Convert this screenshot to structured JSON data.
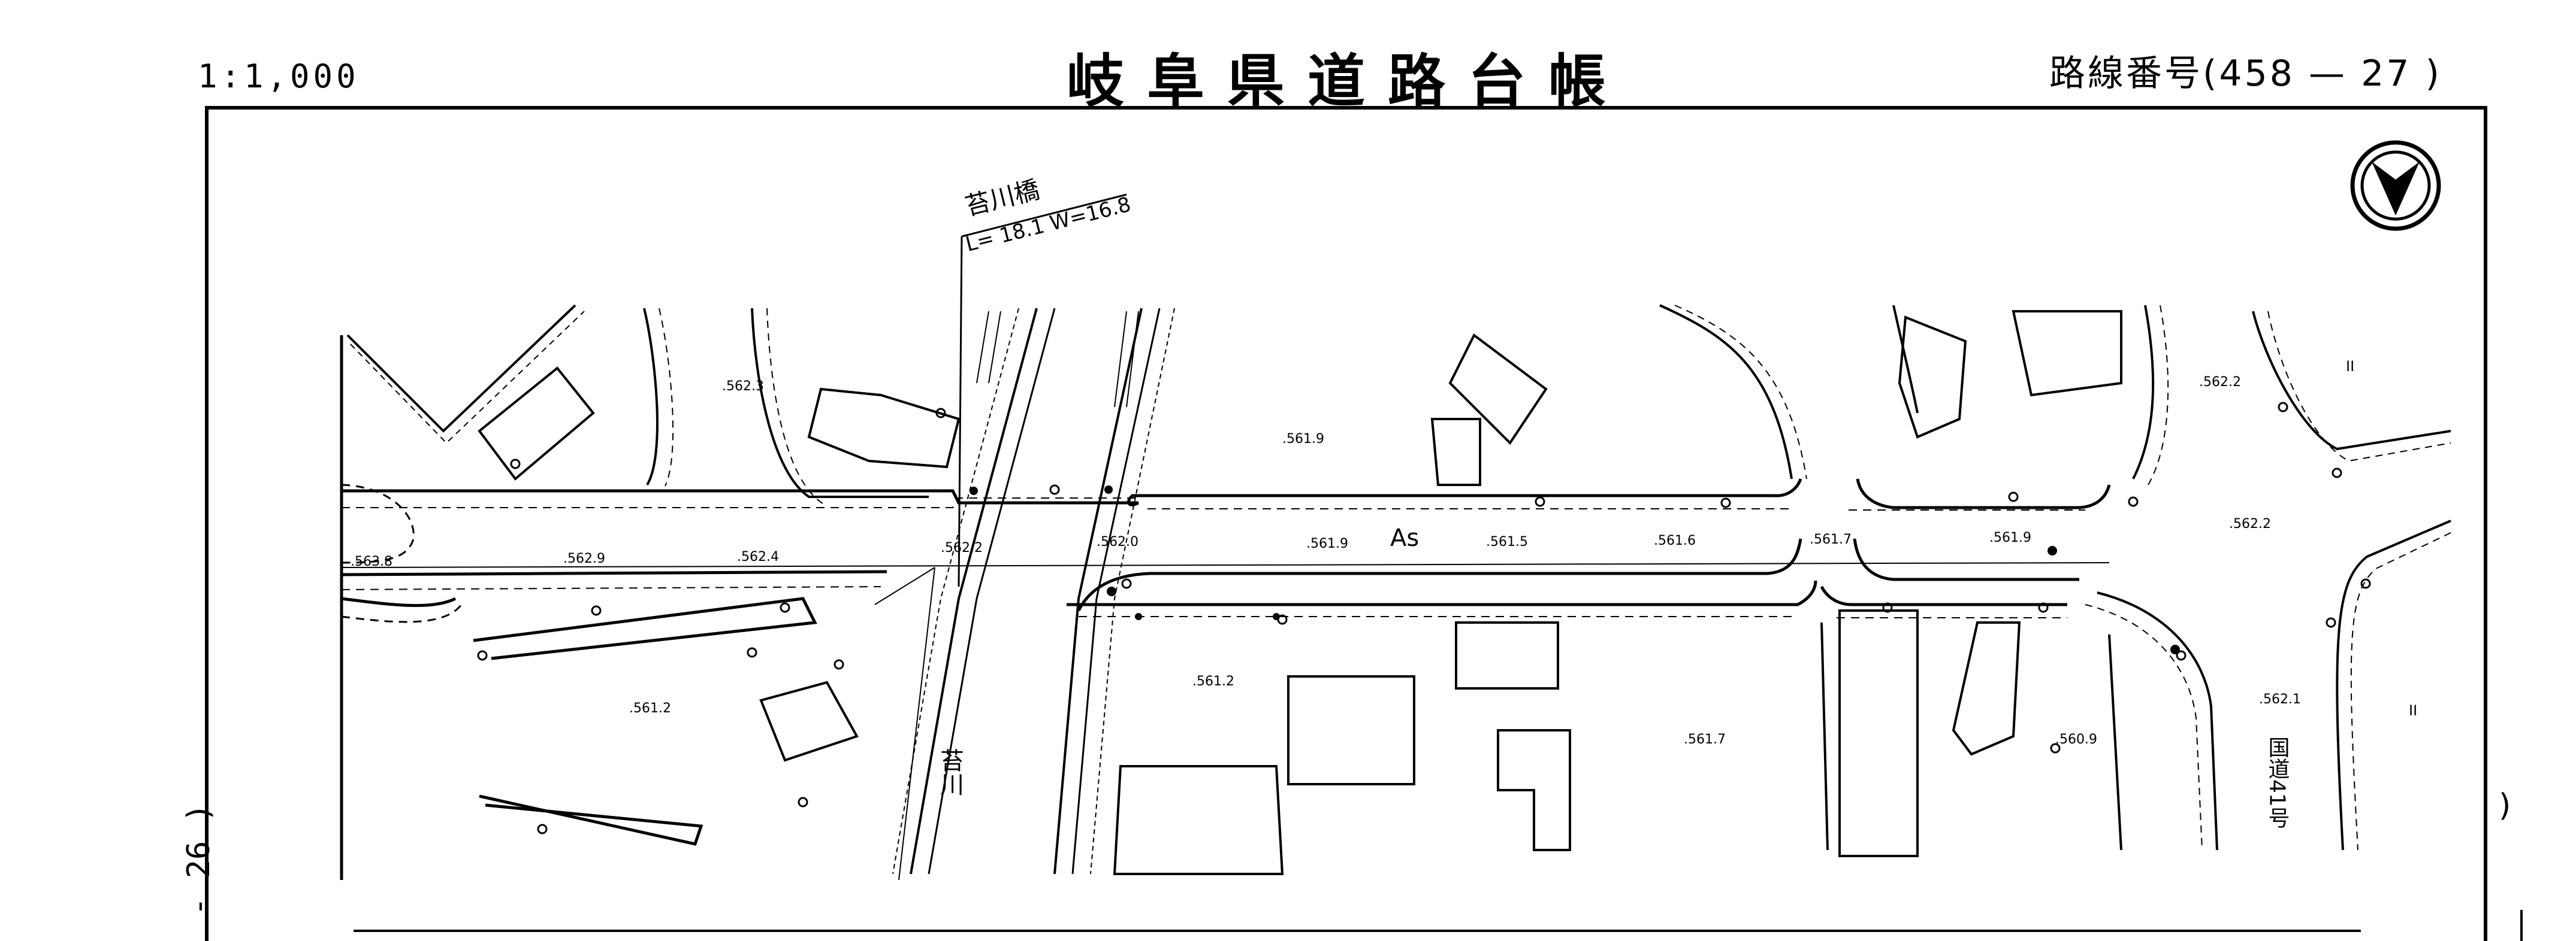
{
  "header": {
    "scale": "1:1,000",
    "title": "岐阜県道路台帳",
    "route_number": "路線番号(458 — 27 )"
  },
  "margin": {
    "prev_sheet": "- 26 )",
    "next_sheet": ")"
  },
  "map": {
    "bridge": {
      "name": "苔川橋",
      "dimensions": "L= 18.1 W=16.8"
    },
    "surface_label": "As",
    "river_label": "苔川",
    "national_road_label": "国道41号",
    "elevations": [
      ".562.3",
      ".563.8",
      ".562.9",
      ".562.4",
      ".562.2",
      ".562.0",
      ".561.9",
      ".561.9",
      ".561.5",
      ".561.6",
      ".561.7",
      ".561.9",
      ".562.2",
      ".562.2",
      ".561.2",
      ".561.2",
      ".561.7",
      ".560.9",
      ".562.1"
    ],
    "building_marks": [
      "II",
      "II"
    ]
  }
}
